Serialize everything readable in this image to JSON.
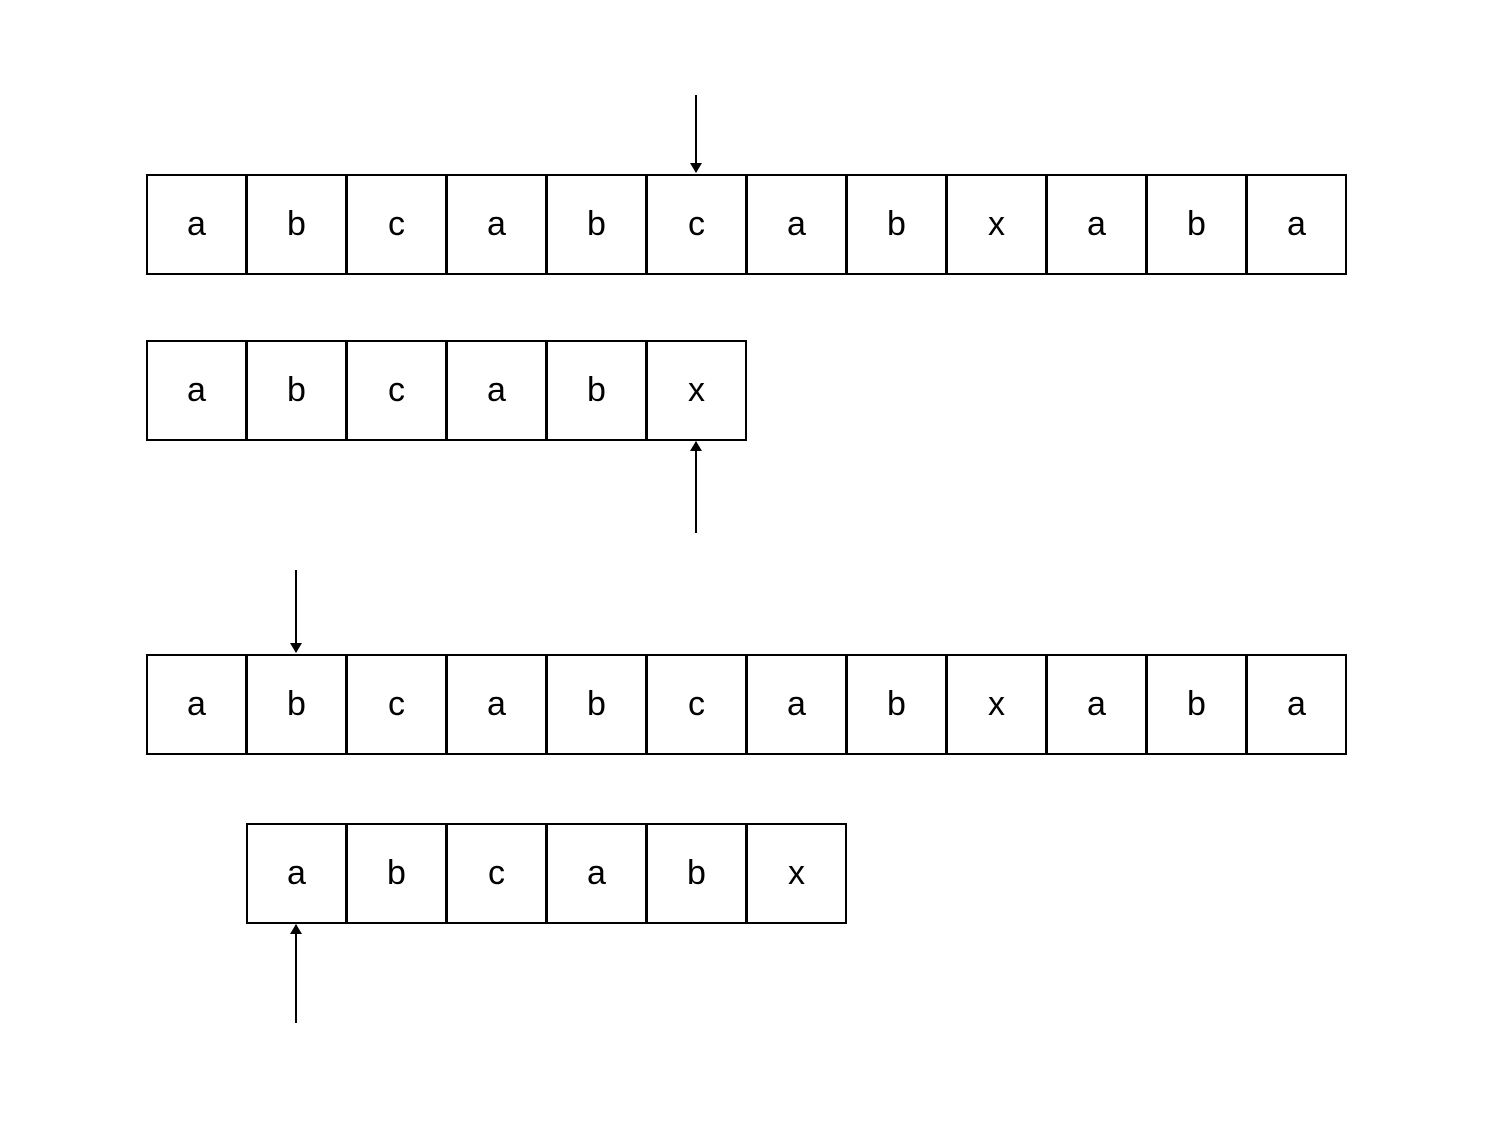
{
  "text_row": [
    "a",
    "b",
    "c",
    "a",
    "b",
    "c",
    "a",
    "b",
    "x",
    "a",
    "b",
    "a"
  ],
  "pattern_row": [
    "a",
    "b",
    "c",
    "a",
    "b",
    "x"
  ],
  "steps": [
    {
      "text_pointer_index": 5,
      "pattern_shift": 0,
      "pattern_pointer_index": 5
    },
    {
      "text_pointer_index": 1,
      "pattern_shift": 1,
      "pattern_pointer_index": 0
    }
  ],
  "colors": {
    "stroke": "#000000",
    "fill": "#ffffff"
  }
}
